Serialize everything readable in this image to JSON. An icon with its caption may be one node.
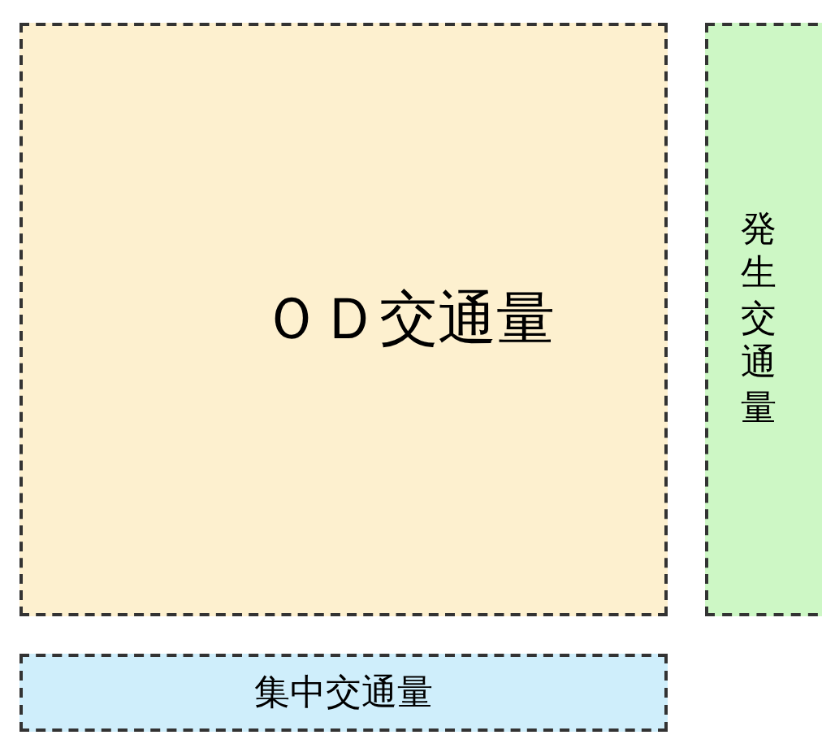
{
  "diagram": {
    "nodes": [
      {
        "text": [
          "ＯＤ交通量"
        ]
      },
      {
        "text": [
          "発生交通量"
        ]
      },
      {
        "text": [
          "集中交通量"
        ]
      }
    ]
  }
}
